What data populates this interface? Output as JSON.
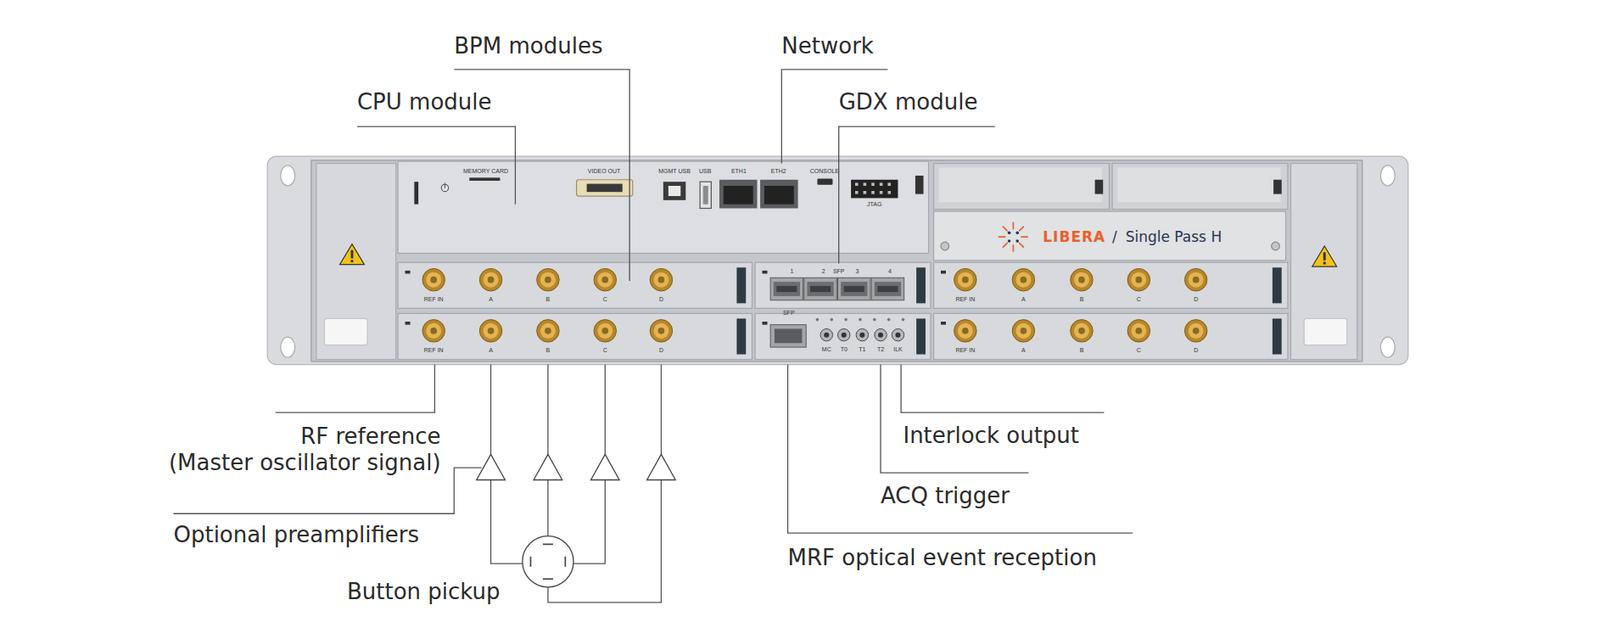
{
  "diagram": {
    "labels": [
      "BPM modules",
      "Network",
      "CPU module",
      "GDX module",
      "MEMORY CARD",
      "VIDEO OUT",
      "MGMT USB",
      "USB",
      "ETH1",
      "ETH2",
      "CONSOLE",
      "JTAG",
      "LIBERA",
      "/",
      "Single Pass H",
      "REF IN",
      "A",
      "B",
      "C",
      "D",
      "1",
      "2",
      "SFP",
      "3",
      "4",
      "REF IN",
      "A",
      "B",
      "C",
      "D",
      "REF IN",
      "A",
      "B",
      "C",
      "D",
      "SFP",
      "MC",
      "T0",
      "T1",
      "T2",
      "ILK",
      "REF IN",
      "A",
      "B",
      "C",
      "D",
      "RF reference (Master oscillator signal)",
      "Optional preamplifiers",
      "Button pickup",
      "Interlock output",
      "ACQ trigger",
      "MRF optical event reception"
    ]
  }
}
